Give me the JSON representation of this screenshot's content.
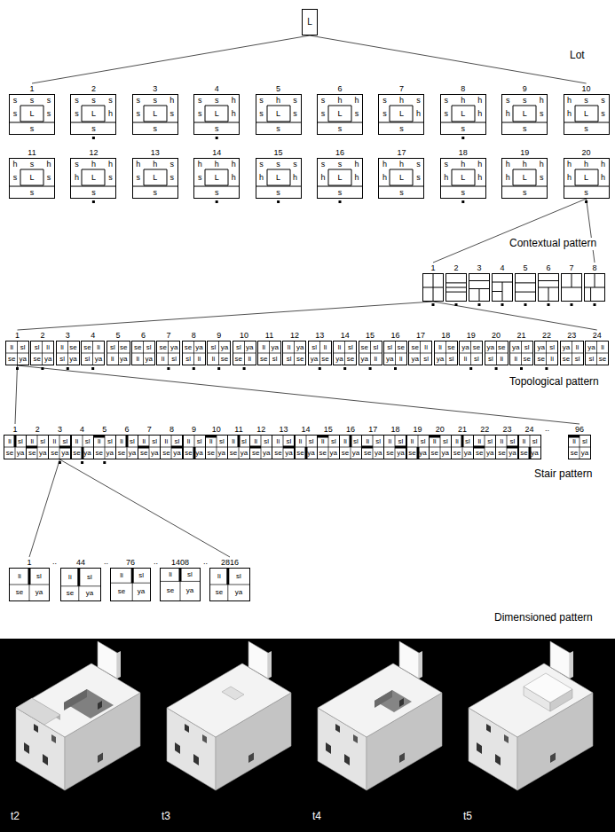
{
  "diagram": {
    "nodes": [
      {
        "text": [
          "L"
        ]
      },
      {
        "text": [
          "1",
          "s",
          "s",
          "s",
          "s",
          "L",
          "s",
          "s"
        ]
      },
      {
        "text": [
          "2",
          "s",
          "s",
          "s",
          "s",
          "L",
          "h",
          "s"
        ]
      },
      {
        "text": [
          "3",
          "s",
          "s",
          "h",
          "s",
          "L",
          "s",
          "s"
        ]
      },
      {
        "text": [
          "4",
          "s",
          "s",
          "h",
          "s",
          "L",
          "h",
          "s"
        ]
      },
      {
        "text": [
          "5",
          "s",
          "h",
          "s",
          "s",
          "L",
          "s",
          "s"
        ]
      },
      {
        "text": [
          "6",
          "s",
          "h",
          "h",
          "s",
          "L",
          "s",
          "s"
        ]
      },
      {
        "text": [
          "7",
          "s",
          "h",
          "s",
          "s",
          "L",
          "h",
          "s"
        ]
      },
      {
        "text": [
          "8",
          "s",
          "h",
          "h",
          "s",
          "L",
          "h",
          "s"
        ]
      },
      {
        "text": [
          "9",
          "s",
          "s",
          "h",
          "h",
          "L",
          "s",
          "s"
        ]
      },
      {
        "text": [
          "10",
          "h",
          "s",
          "s",
          "h",
          "L",
          "s",
          "s"
        ]
      },
      {
        "text": [
          "11",
          "h",
          "s",
          "h",
          "s",
          "L",
          "s",
          "s"
        ]
      },
      {
        "text": [
          "12",
          "s",
          "h",
          "h",
          "h",
          "L",
          "s",
          "s"
        ]
      },
      {
        "text": [
          "13",
          "h",
          "h",
          "s",
          "s",
          "L",
          "s",
          "s"
        ]
      },
      {
        "text": [
          "14",
          "h",
          "h",
          "h",
          "s",
          "L",
          "h",
          "s"
        ]
      },
      {
        "text": [
          "15",
          "s",
          "s",
          "s",
          "h",
          "L",
          "h",
          "s"
        ]
      },
      {
        "text": [
          "16",
          "s",
          "s",
          "h",
          "h",
          "L",
          "h",
          "s"
        ]
      },
      {
        "text": [
          "17",
          "h",
          "h",
          "s",
          "h",
          "L",
          "s",
          "s"
        ]
      },
      {
        "text": [
          "18",
          "s",
          "h",
          "h",
          "h",
          "L",
          "h",
          "s"
        ]
      },
      {
        "text": [
          "19",
          "h",
          "h",
          "h",
          "h",
          "L",
          "s",
          "s"
        ]
      },
      {
        "text": [
          "20",
          "h",
          "h",
          "h",
          "h",
          "L",
          "h",
          "s"
        ]
      },
      {
        "text": [
          "1"
        ]
      },
      {
        "text": [
          "2"
        ]
      },
      {
        "text": [
          "3"
        ]
      },
      {
        "text": [
          "4"
        ]
      },
      {
        "text": [
          "5"
        ]
      },
      {
        "text": [
          "6"
        ]
      },
      {
        "text": [
          "7"
        ]
      },
      {
        "text": [
          "8"
        ]
      },
      {
        "text": [
          "1",
          "li",
          "sl",
          "se",
          "ya"
        ]
      },
      {
        "text": [
          "2",
          "sl",
          "li",
          "se",
          "ya"
        ]
      },
      {
        "text": [
          "3",
          "li",
          "se",
          "sl",
          "ya"
        ]
      },
      {
        "text": [
          "4",
          "se",
          "li",
          "sl",
          "ya"
        ]
      },
      {
        "text": [
          "5",
          "sl",
          "se",
          "li",
          "ya"
        ]
      },
      {
        "text": [
          "6",
          "se",
          "sl",
          "li",
          "ya"
        ]
      },
      {
        "text": [
          "7",
          "se",
          "ya",
          "li",
          "sl"
        ]
      },
      {
        "text": [
          "8",
          "se",
          "ya",
          "sl",
          "li"
        ]
      },
      {
        "text": [
          "9",
          "sl",
          "ya",
          "li",
          "se"
        ]
      },
      {
        "text": [
          "10",
          "sl",
          "ya",
          "se",
          "li"
        ]
      },
      {
        "text": [
          "11",
          "li",
          "ya",
          "se",
          "sl"
        ]
      },
      {
        "text": [
          "12",
          "li",
          "ya",
          "sl",
          "se"
        ]
      },
      {
        "text": [
          "13",
          "sl",
          "li",
          "ya",
          "se"
        ]
      },
      {
        "text": [
          "14",
          "li",
          "sl",
          "ya",
          "se"
        ]
      },
      {
        "text": [
          "15",
          "se",
          "sl",
          "ya",
          "li"
        ]
      },
      {
        "text": [
          "16",
          "sl",
          "se",
          "ya",
          "li"
        ]
      },
      {
        "text": [
          "17",
          "se",
          "li",
          "ya",
          "sl"
        ]
      },
      {
        "text": [
          "18",
          "li",
          "se",
          "ya",
          "sl"
        ]
      },
      {
        "text": [
          "19",
          "ya",
          "se",
          "li",
          "sl"
        ]
      },
      {
        "text": [
          "20",
          "ya",
          "se",
          "sl",
          "li"
        ]
      },
      {
        "text": [
          "21",
          "ya",
          "sl",
          "li",
          "se"
        ]
      },
      {
        "text": [
          "22",
          "ya",
          "sl",
          "se",
          "li"
        ]
      },
      {
        "text": [
          "23",
          "ya",
          "li",
          "se",
          "sl"
        ]
      },
      {
        "text": [
          "24",
          "ya",
          "li",
          "sl",
          "se"
        ]
      },
      {
        "text": [
          "1",
          "li",
          "sl",
          "se",
          "ya"
        ]
      },
      {
        "text": [
          "2",
          "li",
          "sl",
          "se",
          "ya"
        ]
      },
      {
        "text": [
          "3",
          "li",
          "sl",
          "se",
          "ya"
        ]
      },
      {
        "text": [
          "4",
          "li",
          "sl",
          "se",
          "ya"
        ]
      },
      {
        "text": [
          "5",
          "li",
          "sl",
          "se",
          "ya"
        ]
      },
      {
        "text": [
          "6",
          "li",
          "sl",
          "se",
          "ya"
        ]
      },
      {
        "text": [
          "7",
          "li",
          "sl",
          "se",
          "ya"
        ]
      },
      {
        "text": [
          "8",
          "li",
          "sl",
          "se",
          "ya"
        ]
      },
      {
        "text": [
          "9",
          "li",
          "sl",
          "se",
          "ya"
        ]
      },
      {
        "text": [
          "10",
          "li",
          "sl",
          "se",
          "ya"
        ]
      },
      {
        "text": [
          "11",
          "li",
          "sl",
          "se",
          "ya"
        ]
      },
      {
        "text": [
          "12",
          "li",
          "sl",
          "se",
          "ya"
        ]
      },
      {
        "text": [
          "13",
          "li",
          "sl",
          "se",
          "ya"
        ]
      },
      {
        "text": [
          "14",
          "li",
          "sl",
          "se",
          "ya"
        ]
      },
      {
        "text": [
          "15",
          "li",
          "sl",
          "se",
          "ya"
        ]
      },
      {
        "text": [
          "16",
          "li",
          "sl",
          "se",
          "ya"
        ]
      },
      {
        "text": [
          "17",
          "li",
          "sl",
          "se",
          "ya"
        ]
      },
      {
        "text": [
          "18",
          "li",
          "sl",
          "se",
          "ya"
        ]
      },
      {
        "text": [
          "19",
          "li",
          "sl",
          "se",
          "ya"
        ]
      },
      {
        "text": [
          "20",
          "li",
          "sl",
          "se",
          "ya"
        ]
      },
      {
        "text": [
          "21",
          "li",
          "sl",
          "se",
          "ya"
        ]
      },
      {
        "text": [
          "22",
          "li",
          "sl",
          "se",
          "ya"
        ]
      },
      {
        "text": [
          "23",
          "li",
          "sl",
          "se",
          "ya"
        ]
      },
      {
        "text": [
          "24",
          "li",
          "sl",
          "se",
          "ya"
        ]
      },
      {
        "text": [
          "96",
          "li",
          "sl",
          "se",
          "ya"
        ]
      },
      {
        "text": [
          "1",
          "li",
          "sl",
          "se",
          "ya"
        ]
      },
      {
        "text": [
          "44",
          "li",
          "sl",
          "se",
          "ya"
        ]
      },
      {
        "text": [
          "76",
          "li",
          "sl",
          "se",
          "ya"
        ]
      },
      {
        "text": [
          "1408",
          "li",
          "sl",
          "se",
          "ya"
        ]
      },
      {
        "text": [
          "2816",
          "li",
          "sl",
          "se",
          "ya"
        ]
      }
    ],
    "edges": [
      {
        "from": 0,
        "to": 1,
        "arrow": "none"
      },
      {
        "from": 0,
        "to": 10,
        "arrow": "none"
      },
      {
        "from": 20,
        "to": 21,
        "arrow": "none"
      },
      {
        "from": 20,
        "to": 28,
        "arrow": "none"
      },
      {
        "from": 21,
        "to": 29,
        "arrow": "none"
      },
      {
        "from": 21,
        "to": 52,
        "arrow": "none"
      },
      {
        "from": 29,
        "to": 53,
        "arrow": "none"
      },
      {
        "from": 29,
        "to": 77,
        "arrow": "none"
      },
      {
        "from": 55,
        "to": 78,
        "arrow": "none"
      },
      {
        "from": 55,
        "to": 82,
        "arrow": "none"
      }
    ],
    "labels": [
      "Lot",
      "Contextual pattern",
      "Topological pattern",
      "Stair pattern",
      "..",
      "Dimensioned pattern",
      "..",
      "..",
      "..",
      "..",
      "t2",
      "t3",
      "t4",
      "t5"
    ]
  }
}
